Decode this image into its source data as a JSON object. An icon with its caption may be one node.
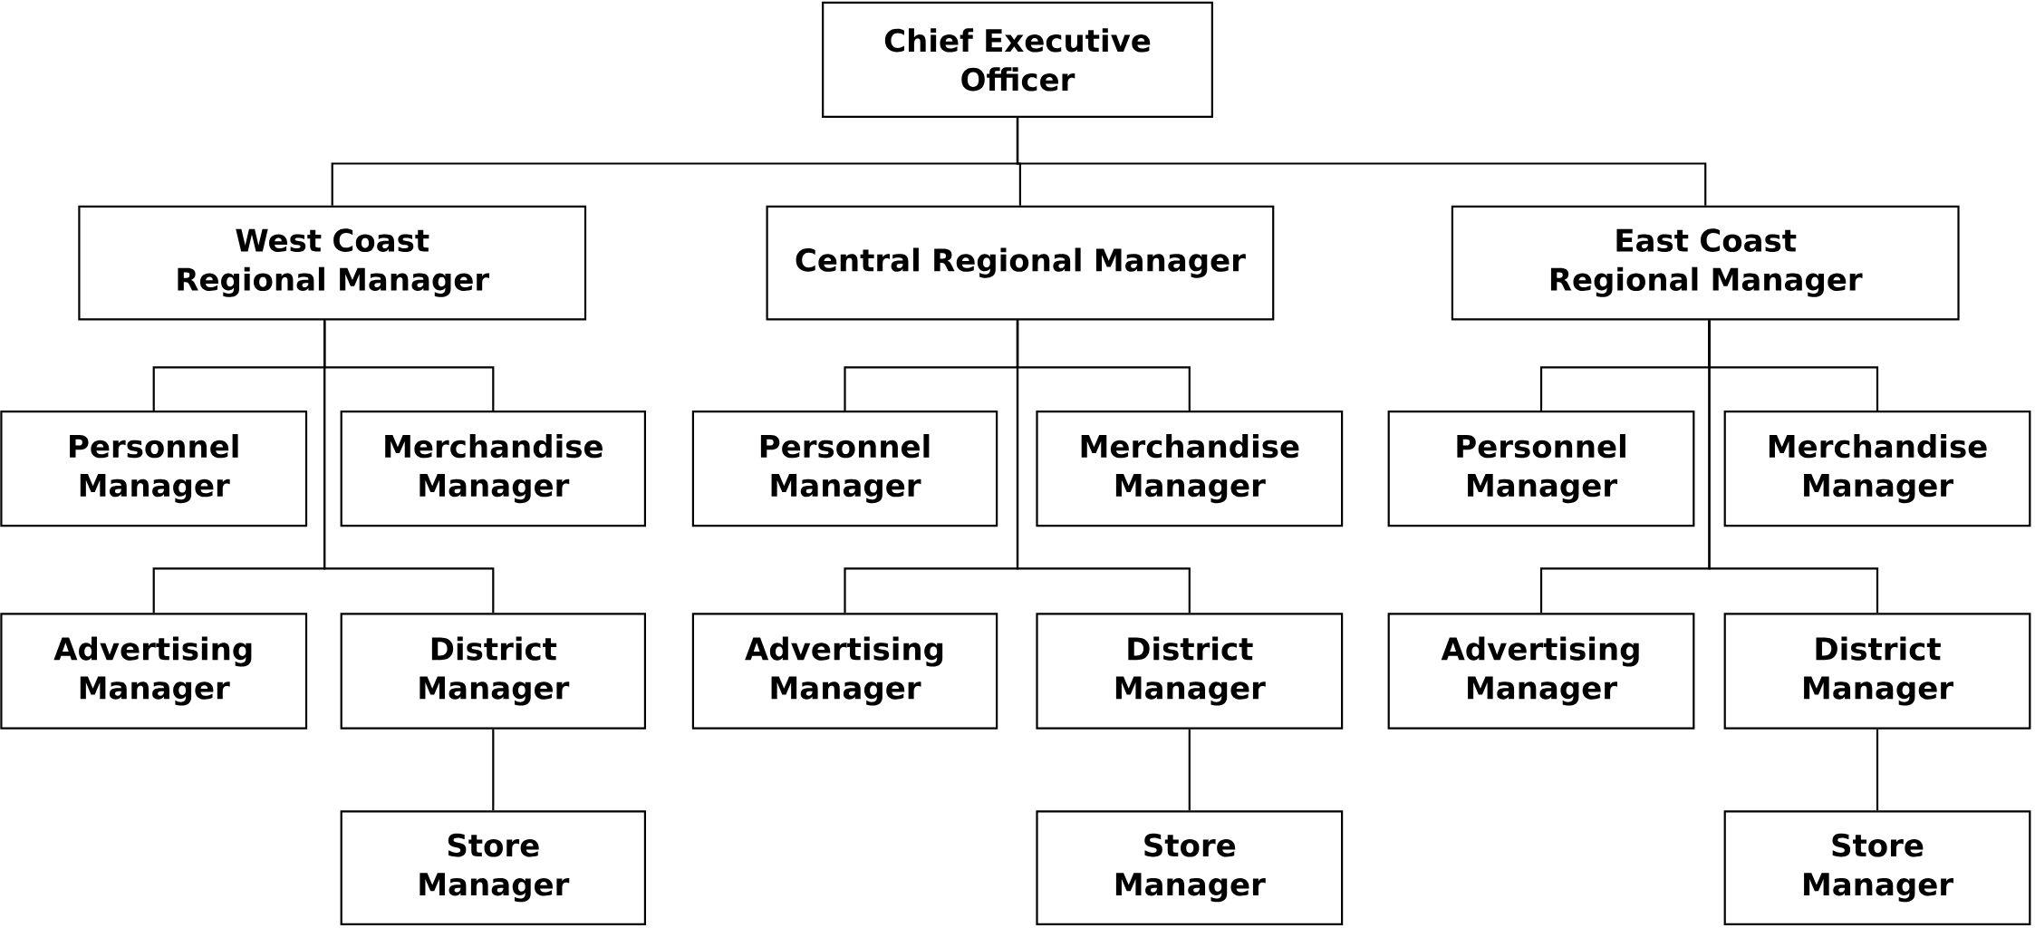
{
  "diagram": {
    "nodes": [
      {
        "text": [
          "Chief Executive Officer"
        ]
      },
      {
        "text": [
          "West Coast Regional Manager"
        ]
      },
      {
        "text": [
          "Central Regional Manager"
        ]
      },
      {
        "text": [
          "East Coast Regional Manager"
        ]
      },
      {
        "text": [
          "Personnel Manager"
        ]
      },
      {
        "text": [
          "Merchandise Manager"
        ]
      },
      {
        "text": [
          "Personnel Manager"
        ]
      },
      {
        "text": [
          "Merchandise Manager"
        ]
      },
      {
        "text": [
          "Personnel Manager"
        ]
      },
      {
        "text": [
          "Merchandise Manager"
        ]
      },
      {
        "text": [
          "Advertising Manager"
        ]
      },
      {
        "text": [
          "District Manager"
        ]
      },
      {
        "text": [
          "Advertising Manager"
        ]
      },
      {
        "text": [
          "District Manager"
        ]
      },
      {
        "text": [
          "Advertising Manager"
        ]
      },
      {
        "text": [
          "District Manager"
        ]
      },
      {
        "text": [
          "Store Manager"
        ]
      },
      {
        "text": [
          "Store Manager"
        ]
      },
      {
        "text": [
          "Store Manager"
        ]
      }
    ],
    "edges": [
      {
        "from": 0,
        "to": 1,
        "arrow": "none"
      },
      {
        "from": 0,
        "to": 2,
        "arrow": "none"
      },
      {
        "from": 0,
        "to": 3,
        "arrow": "none"
      },
      {
        "from": 1,
        "to": 4,
        "arrow": "none"
      },
      {
        "from": 1,
        "to": 5,
        "arrow": "none"
      },
      {
        "from": 1,
        "to": 10,
        "arrow": "none"
      },
      {
        "from": 1,
        "to": 11,
        "arrow": "none"
      },
      {
        "from": 2,
        "to": 6,
        "arrow": "none"
      },
      {
        "from": 2,
        "to": 7,
        "arrow": "none"
      },
      {
        "from": 2,
        "to": 12,
        "arrow": "none"
      },
      {
        "from": 2,
        "to": 13,
        "arrow": "none"
      },
      {
        "from": 3,
        "to": 8,
        "arrow": "none"
      },
      {
        "from": 3,
        "to": 9,
        "arrow": "none"
      },
      {
        "from": 3,
        "to": 14,
        "arrow": "none"
      },
      {
        "from": 3,
        "to": 15,
        "arrow": "none"
      },
      {
        "from": 11,
        "to": 16,
        "arrow": "none"
      },
      {
        "from": 13,
        "to": 17,
        "arrow": "none"
      },
      {
        "from": 15,
        "to": 18,
        "arrow": "none"
      }
    ]
  }
}
